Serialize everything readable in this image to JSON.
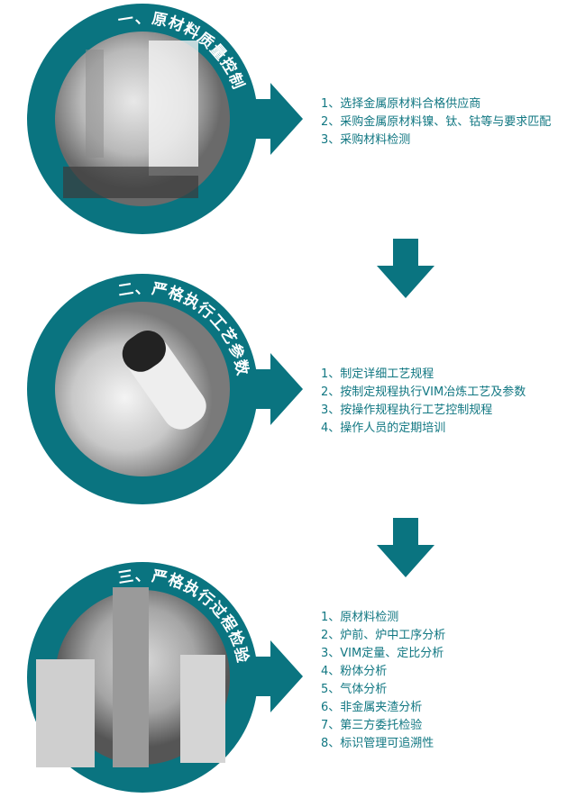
{
  "colors": {
    "accent": "#0a7480",
    "text": "#117782"
  },
  "sections": [
    {
      "title": "一、原材料质量控制",
      "photo": "lab-technician-photo",
      "items": [
        "1、选择金属原材料合格供应商",
        "2、采购金属原材料镍、钛、钴等与要求匹配",
        "3、采购材料检测"
      ]
    },
    {
      "title": "二、严格执行工艺参数",
      "photo": "microscope-eyepiece-photo",
      "items": [
        "1、制定详细工艺规程",
        "2、按制定规程执行VIM冶炼工艺及参数",
        "3、按操作规程执行工艺控制规程",
        "4、操作人员的定期培训"
      ]
    },
    {
      "title": "三、严格执行过程检验",
      "photo": "lab-equipment-photo",
      "items": [
        "1、原材料检测",
        "2、炉前、炉中工序分析",
        "3、VIM定量、定比分析",
        "4、粉体分析",
        "5、气体分析",
        "6、非金属夹渣分析",
        "7、第三方委托检验",
        "8、标识管理可追溯性"
      ]
    }
  ]
}
